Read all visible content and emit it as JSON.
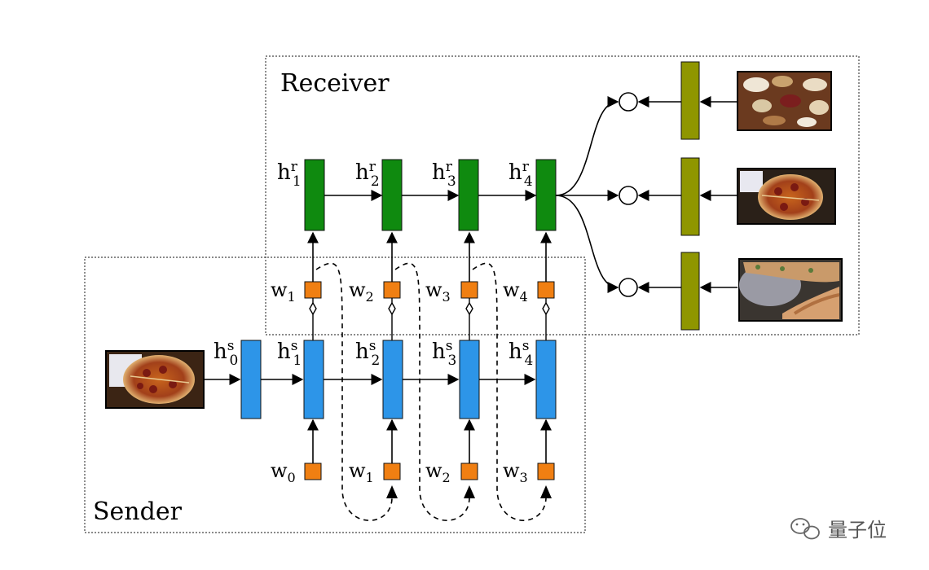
{
  "boxes": {
    "receiver": "Receiver",
    "sender": "Sender"
  },
  "receiver_states": [
    {
      "base": "h",
      "sup": "r",
      "sub": "1"
    },
    {
      "base": "h",
      "sup": "r",
      "sub": "2"
    },
    {
      "base": "h",
      "sup": "r",
      "sub": "3"
    },
    {
      "base": "h",
      "sup": "r",
      "sub": "4"
    }
  ],
  "sender_states": [
    {
      "base": "h",
      "sup": "s",
      "sub": "0"
    },
    {
      "base": "h",
      "sup": "s",
      "sub": "1"
    },
    {
      "base": "h",
      "sup": "s",
      "sub": "2"
    },
    {
      "base": "h",
      "sup": "s",
      "sub": "3"
    },
    {
      "base": "h",
      "sup": "s",
      "sub": "4"
    }
  ],
  "output_words": [
    {
      "base": "w",
      "sub": "1"
    },
    {
      "base": "w",
      "sub": "2"
    },
    {
      "base": "w",
      "sub": "3"
    },
    {
      "base": "w",
      "sub": "4"
    }
  ],
  "input_words": [
    {
      "base": "w",
      "sub": "0"
    },
    {
      "base": "w",
      "sub": "1"
    },
    {
      "base": "w",
      "sub": "2"
    },
    {
      "base": "w",
      "sub": "3"
    }
  ],
  "candidate_images": [
    "food-table-photo",
    "pizza-photo",
    "pizza-slice-photo"
  ],
  "sender_image": "pizza-photo",
  "watermark": "量子位",
  "colors": {
    "receiver_cell": "#0f8a0f",
    "sender_cell": "#2d95e8",
    "word_box": "#f07f12",
    "image_encoder": "#8f9600"
  }
}
